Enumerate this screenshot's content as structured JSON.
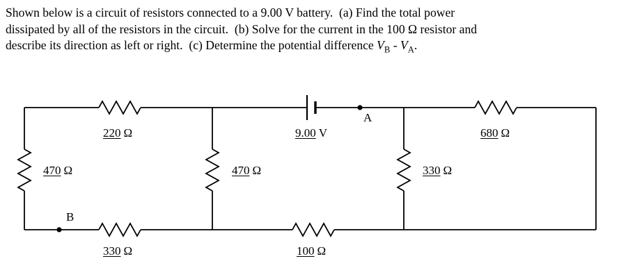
{
  "problem": {
    "line1": "Shown below is a circuit of resistors connected to a 9.00 V battery.  (a) Find the total power",
    "line2": "dissipated by all of the resistors in the circuit.  (b) Solve for the current in the 100 Ω resistor and",
    "line3_prefix": "describe its direction as left or right.  (c) Determine the potential difference ",
    "v_symbol_b": "V",
    "sub_b": "B",
    "minus": " - ",
    "v_symbol_a": "V",
    "sub_a": "A",
    "terminator": "."
  },
  "circuit": {
    "battery": {
      "value": "9.00",
      "unit": "V"
    },
    "nodes": {
      "a": "A",
      "b": "B"
    },
    "resistors": {
      "top_left": {
        "value": "220",
        "unit": "Ω"
      },
      "top_right": {
        "value": "680",
        "unit": "Ω"
      },
      "left_branch": {
        "value": "470",
        "unit": "Ω"
      },
      "middle_branch": {
        "value": "470",
        "unit": "Ω"
      },
      "right_branch": {
        "value": "330",
        "unit": "Ω"
      },
      "bottom_left": {
        "value": "330",
        "unit": "Ω"
      },
      "bottom_middle": {
        "value": "100",
        "unit": "Ω"
      }
    }
  }
}
